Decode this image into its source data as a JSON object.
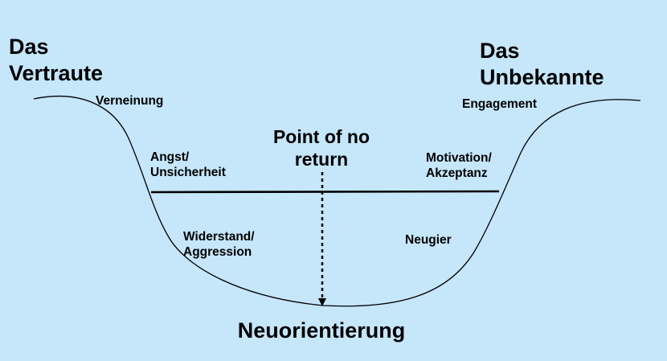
{
  "left_title": {
    "line1": "Das",
    "line2": "Vertraute"
  },
  "right_title": {
    "line1": "Das",
    "line2": "Unbekannte"
  },
  "phases": {
    "verneinung": "Verneinung",
    "angst": {
      "line1": "Angst/",
      "line2": "Unsicherheit"
    },
    "widerstand": {
      "line1": "Widerstand/",
      "line2": "Aggression"
    },
    "neugier": "Neugier",
    "motivation": {
      "line1": "Motivation/",
      "line2": "Akzeptanz"
    },
    "engagement": "Engagement"
  },
  "point_of_no_return": {
    "line1": "Point of no",
    "line2": "return"
  },
  "bottom_label": "Neuorientierung",
  "colors": {
    "background": "#c6e6fa",
    "line": "#000000",
    "text": "#000000"
  }
}
